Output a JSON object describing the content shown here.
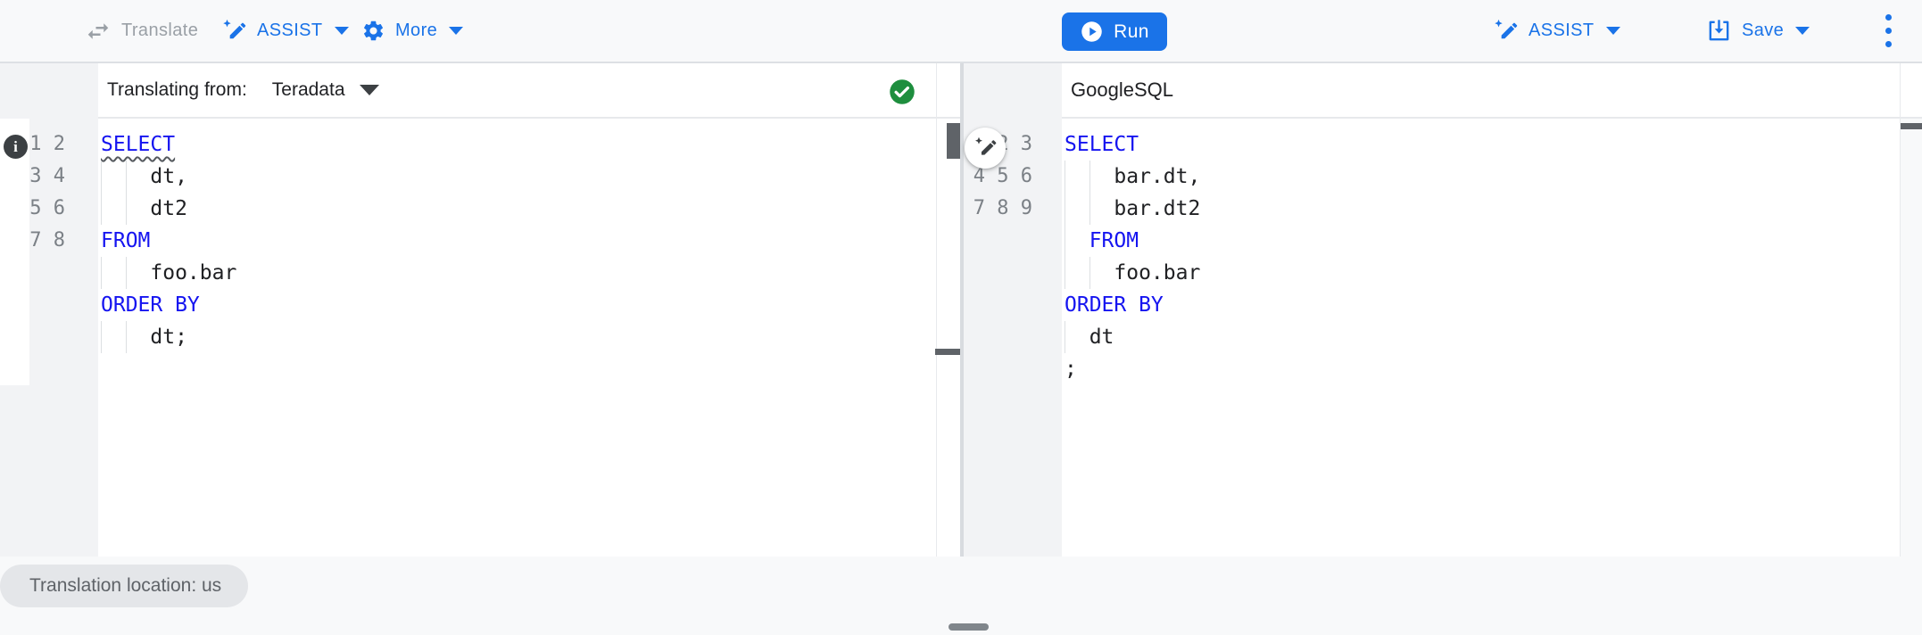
{
  "toolbar": {
    "translate_label": "Translate",
    "assist_left_label": "ASSIST",
    "more_label": "More",
    "run_label": "Run",
    "assist_right_label": "ASSIST",
    "save_label": "Save"
  },
  "source_panel": {
    "header_prefix": "Translating from:",
    "dialect": "Teradata",
    "status": "valid",
    "lines": [
      [
        [
          "kw sq",
          "SELECT"
        ]
      ],
      [
        [
          "pln",
          "    dt,"
        ]
      ],
      [
        [
          "pln",
          "    dt2"
        ]
      ],
      [
        [
          "kw",
          "FROM"
        ]
      ],
      [
        [
          "pln",
          "    foo.bar"
        ]
      ],
      [
        [
          "kw",
          "ORDER BY"
        ]
      ],
      [
        [
          "pln",
          "    dt;"
        ]
      ],
      []
    ]
  },
  "target_panel": {
    "header": "GoogleSQL",
    "lines": [
      [
        [
          "kw",
          "SELECT"
        ]
      ],
      [
        [
          "pln",
          "    bar.dt,"
        ]
      ],
      [
        [
          "pln",
          "    bar.dt2"
        ]
      ],
      [
        [
          "pln",
          "  "
        ],
        [
          "kw",
          "FROM"
        ]
      ],
      [
        [
          "pln",
          "    foo.bar"
        ]
      ],
      [
        [
          "kw",
          "ORDER BY"
        ]
      ],
      [
        [
          "pln",
          "  dt"
        ]
      ],
      [
        [
          "pln",
          ";"
        ]
      ],
      []
    ]
  },
  "status_chip": {
    "label": "Translation location: us"
  },
  "colors": {
    "accent": "#1a73e8",
    "keyword": "#1514f0",
    "success": "#1e8e3e",
    "code_text": "#202124",
    "muted": "#9aa0a6"
  }
}
